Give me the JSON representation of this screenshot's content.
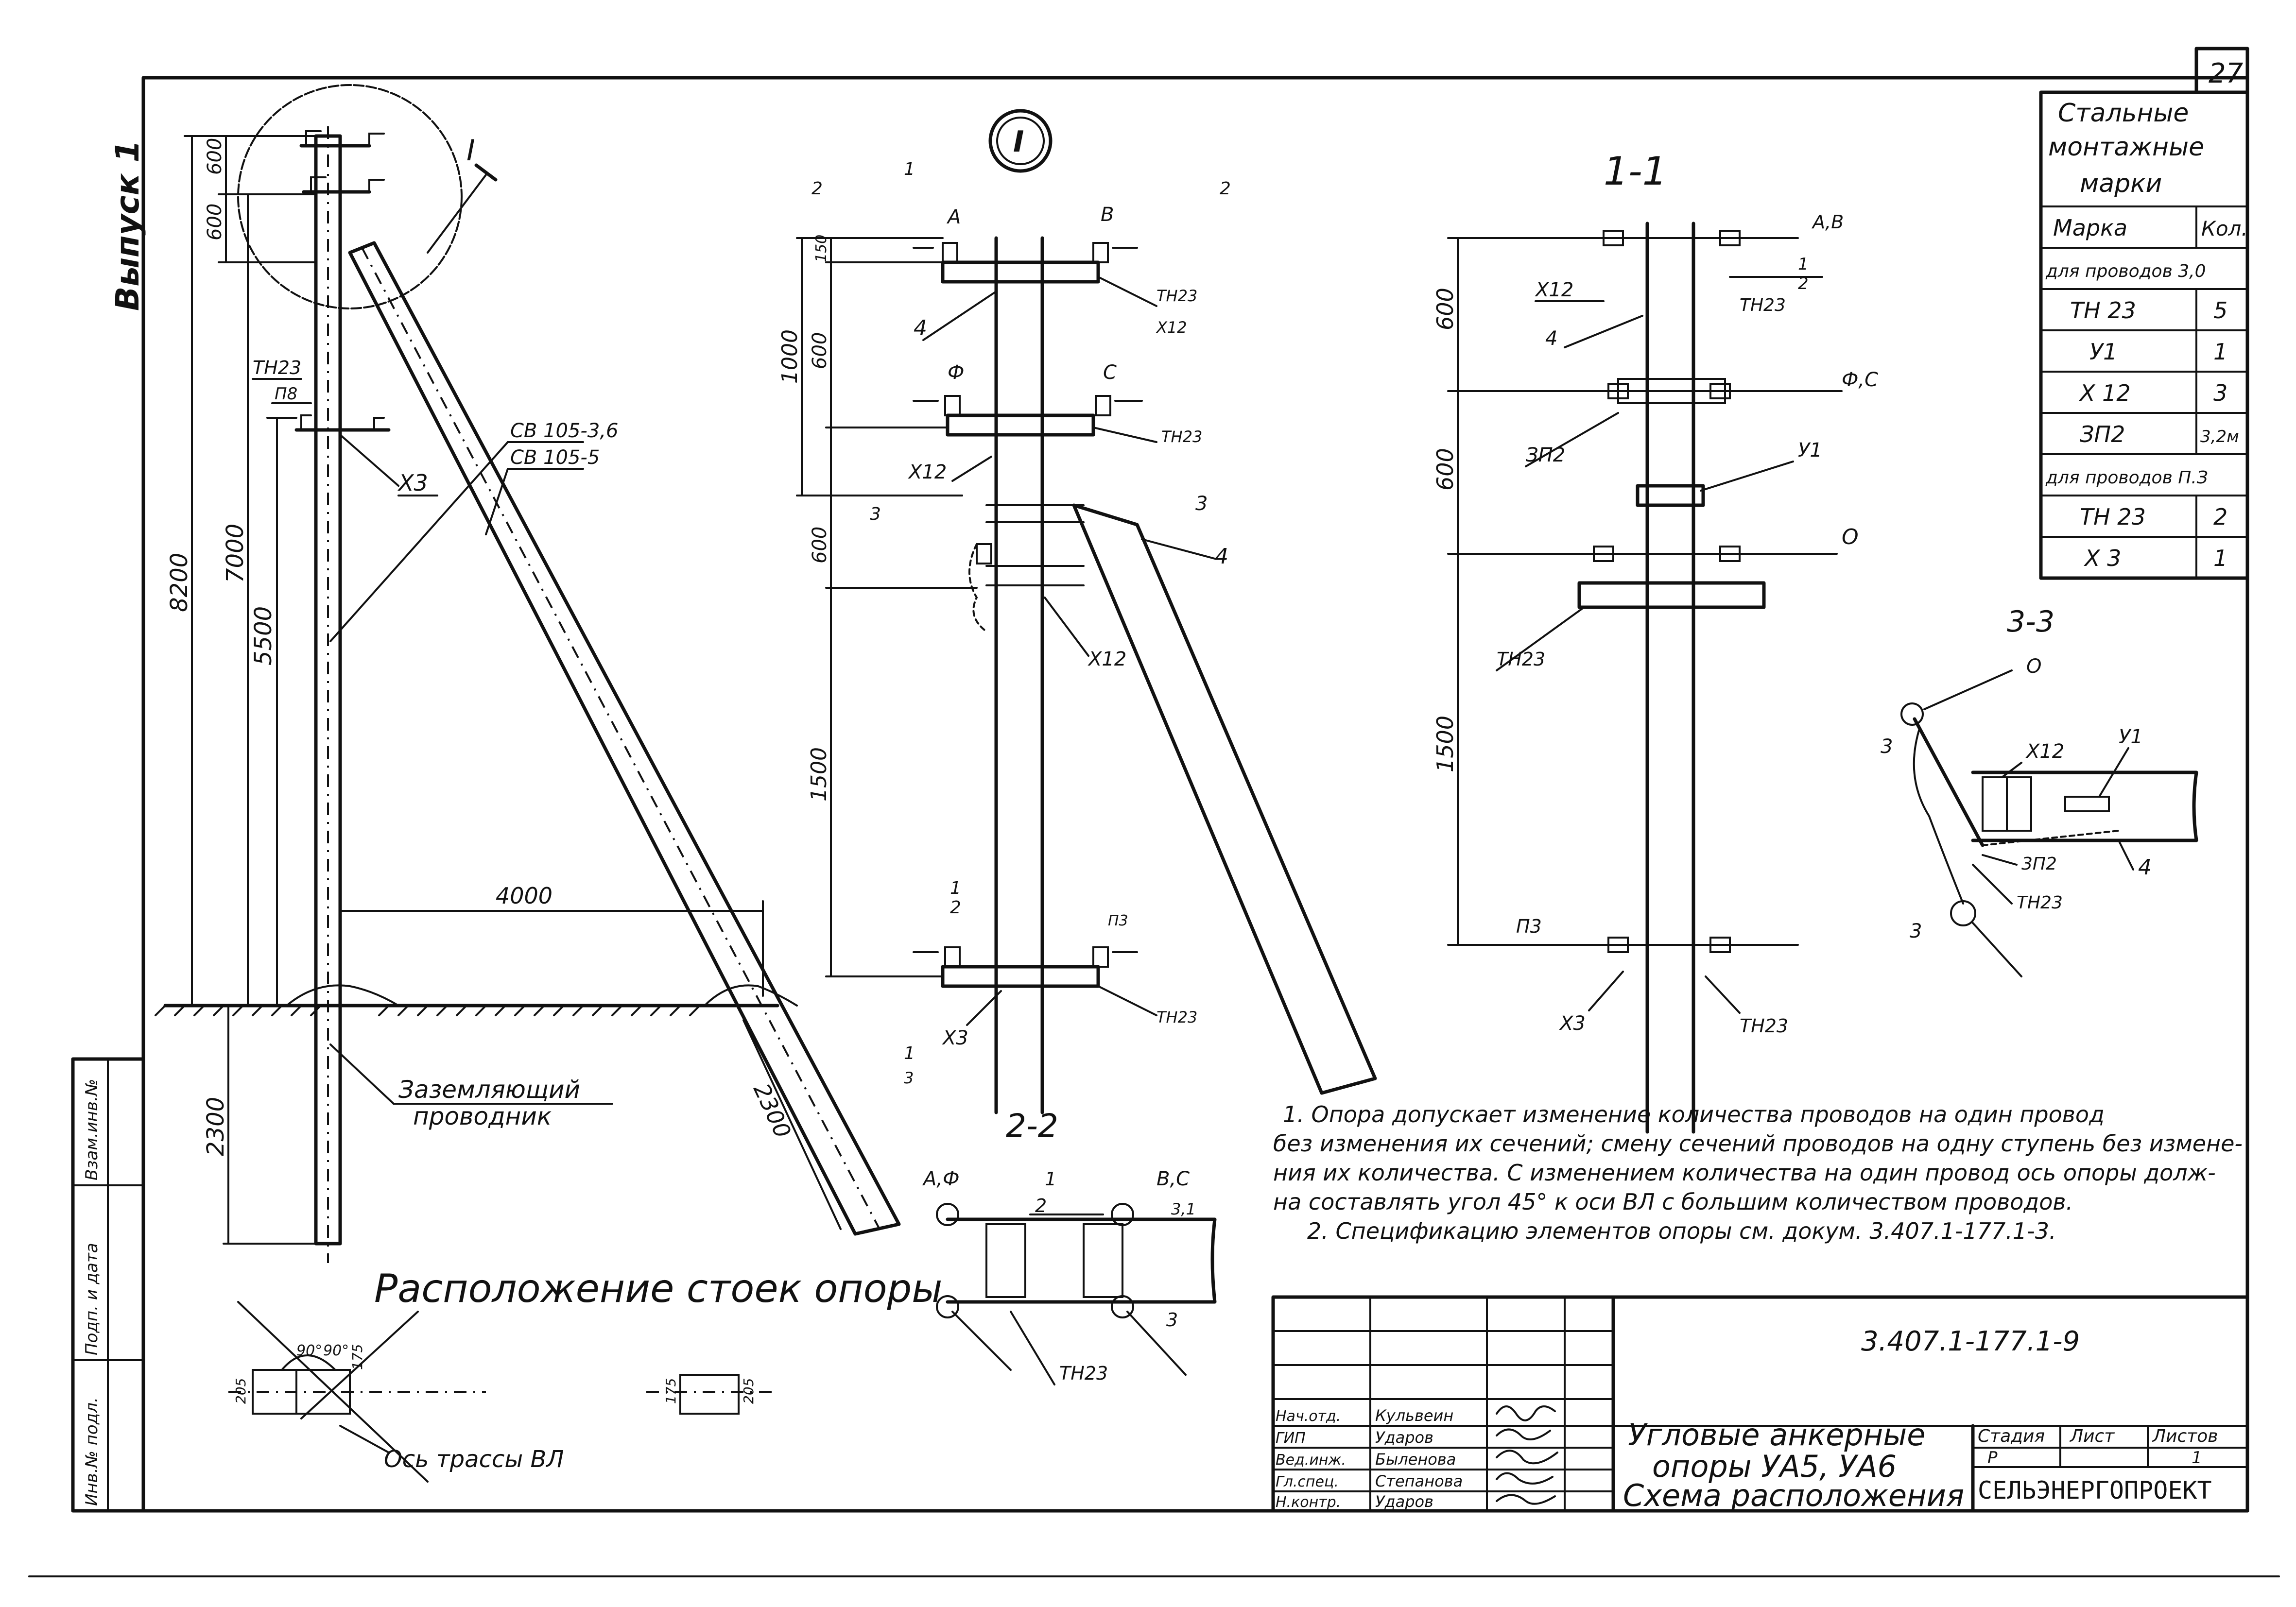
{
  "sheet": {
    "number": "27",
    "issue_label": "Выпуск 1",
    "document_code": "3.407.1-177.1-9",
    "company": "СЕЛЬЭНЕРГОПРОЕКТ",
    "title_lines": [
      "Угловые анкерные",
      "опоры УА5, УА6",
      "Схема расположения"
    ],
    "stage_headers": [
      "Стадия",
      "Лист",
      "Листов"
    ],
    "stage_values": [
      "Р",
      "",
      "1"
    ],
    "signatures": [
      {
        "role": "Нач.отд.",
        "name": "Кульвеин"
      },
      {
        "role": "ГИП",
        "name": "Ударов"
      },
      {
        "role": "Вед.инж.",
        "name": "Быленова"
      },
      {
        "role": "Гл.спец.",
        "name": "Степанова"
      },
      {
        "role": "Н.контр.",
        "name": "Ударов"
      }
    ],
    "side_stamp": [
      "Инв.№ подл.",
      "Подп. и дата",
      "Взам.инв.№"
    ]
  },
  "marks_table": {
    "title_lines": [
      "Стальные",
      "монтажные",
      "марки"
    ],
    "headers": [
      "Марка",
      "Кол."
    ],
    "groups": [
      {
        "label": "для проводов 3,0",
        "rows": [
          [
            "ТН 23",
            "5"
          ],
          [
            "У1",
            "1"
          ],
          [
            "Х 12",
            "3"
          ],
          [
            "ЗП2",
            "3,2м"
          ]
        ]
      },
      {
        "label": "для проводов П.З",
        "rows": [
          [
            "ТН 23",
            "2"
          ],
          [
            "Х 3",
            "1"
          ]
        ]
      }
    ]
  },
  "main_view": {
    "dims": [
      "600",
      "600",
      "8200",
      "7000",
      "5500",
      "2300",
      "4000",
      "2300"
    ],
    "labels": [
      "ТН23",
      "П8",
      "Х3",
      "СВ 105-3,6",
      "СВ 105-5",
      "I",
      "Заземляющий",
      "проводник"
    ],
    "caption": "Расположение стоек опоры",
    "layout_labels": [
      "205",
      "175",
      "175",
      "205",
      "Ось трассы ВЛ"
    ],
    "angles": [
      "90°",
      "90°"
    ]
  },
  "detail_I": {
    "marker": "I",
    "dims": [
      "150",
      "1000",
      "600",
      "600",
      "1500"
    ],
    "labels": [
      "А",
      "В",
      "Ф",
      "С",
      "4",
      "ТН23",
      "Х12",
      "ТН23",
      "Х12",
      "3",
      "4",
      "Х12",
      "1",
      "2",
      "П3",
      "ТН23",
      "Х3",
      "2",
      "1",
      "1",
      "2",
      "3",
      "3"
    ]
  },
  "section_11": {
    "title": "1-1",
    "dims": [
      "600",
      "600",
      "1500"
    ],
    "labels": [
      "А,В",
      "1",
      "2",
      "ТН23",
      "Х12",
      "4",
      "Ф,С",
      "ЗП2",
      "У1",
      "О",
      "ТН23",
      "П3",
      "Х3",
      "ТН23"
    ]
  },
  "section_22": {
    "title": "2-2",
    "labels": [
      "А,Ф",
      "1",
      "2",
      "В,С",
      "3,1",
      "3",
      "ТН23"
    ]
  },
  "section_33": {
    "title": "3-3",
    "labels": [
      "О",
      "Х12",
      "У1",
      "3",
      "3П2",
      "ТН23",
      "4",
      "3"
    ]
  },
  "notes": [
    "1. Опора допускает изменение количества проводов на один провод",
    "без изменения их сечений; смену сечений проводов на одну ступень без измене-",
    "ния их количества. С изменением количества на один провод ось опоры долж-",
    "на составлять угол 45° к оси ВЛ с большим количеством проводов.",
    "2. Спецификацию элементов опоры см. докум. 3.407.1-177.1-3."
  ]
}
